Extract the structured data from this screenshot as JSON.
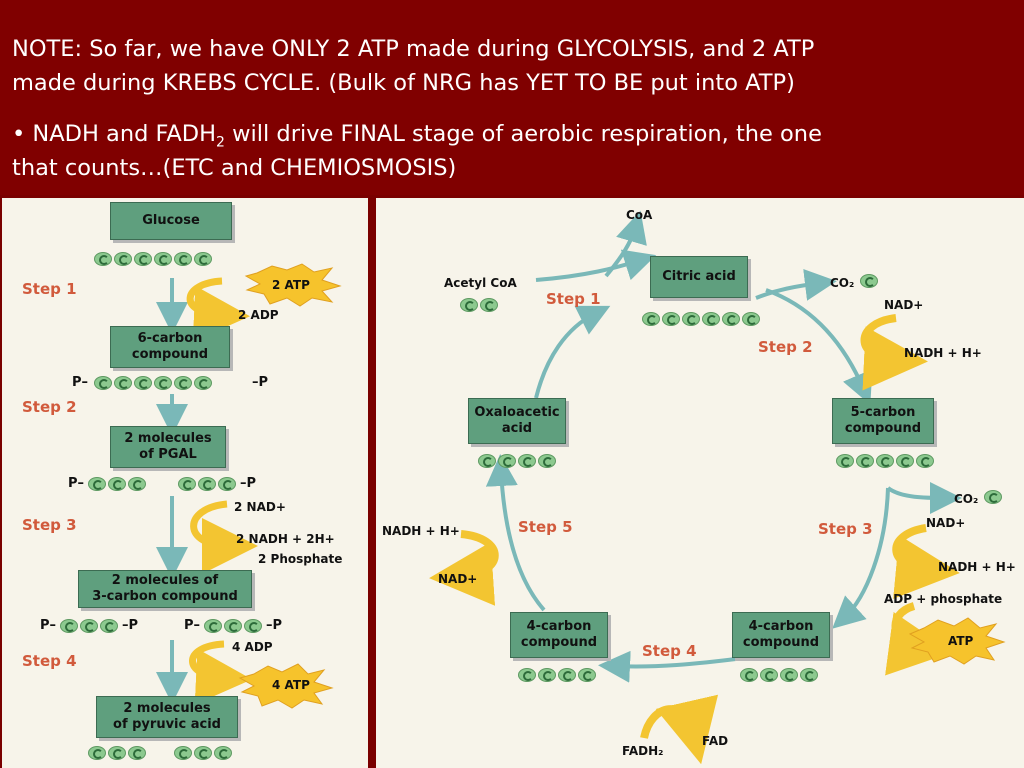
{
  "header": {
    "line1": "NOTE: So far, we have ONLY 2 ATP made during GLYCOLYSIS, and 2 ATP",
    "line2": "made during KREBS CYCLE.  (Bulk of NRG has YET TO BE put into ATP)",
    "bullet_line1_pre": "• NADH and FADH",
    "bullet_line1_sub": "2",
    "bullet_line1_post": " will drive FINAL stage of aerobic respiration, the one",
    "bullet_line2": "that counts…(ETC and CHEMIOSMOSIS)"
  },
  "glycolysis": {
    "glucose": "Glucose",
    "step1": "Step 1",
    "atp_in": "2 ATP",
    "adp_out": "2 ADP",
    "six_carbon": [
      "6-carbon",
      "compound"
    ],
    "p": "P",
    "step2": "Step 2",
    "pgal": [
      "2 molecules",
      "of PGAL"
    ],
    "step3": "Step 3",
    "nad": "2 NAD+",
    "nadh": "2 NADH + 2H+",
    "phosphate": "2 Phosphate",
    "three_carbon": [
      "2 molecules of",
      "3-carbon compound"
    ],
    "step4": "Step 4",
    "adp4": "4 ADP",
    "atp4": "4 ATP",
    "pyruvic": [
      "2 molecules",
      "of pyruvic acid"
    ]
  },
  "krebs": {
    "coa": "CoA",
    "acetyl": "Acetyl CoA",
    "citric": "Citric acid",
    "step1": "Step 1",
    "co2_a": "CO₂",
    "nad_a": "NAD+",
    "step2": "Step 2",
    "nadh_a": "NADH + H+",
    "five_carbon": [
      "5-carbon",
      "compound"
    ],
    "oxaloacetic": [
      "Oxaloacetic",
      "acid"
    ],
    "co2_b": "CO₂",
    "nad_b": "NAD+",
    "step3": "Step 3",
    "nadh_b": "NADH + H+",
    "adp_phosphate": "ADP + phosphate",
    "atp": "ATP",
    "nadh_c": "NADH + H+",
    "step5": "Step 5",
    "nad_c": "NAD+",
    "four_carbon_l": [
      "4-carbon",
      "compound"
    ],
    "four_carbon_r": [
      "4-carbon",
      "compound"
    ],
    "step4": "Step 4",
    "fadh2": "FADH₂",
    "fad": "FAD"
  },
  "colors": {
    "header_bg": "#800000",
    "box_fill": "#5f9f7e",
    "step_text": "#d15a3c",
    "atp_star": "#f6c32c",
    "arrow": "#7ab8b8",
    "curve_arrow": "#f3c531"
  }
}
